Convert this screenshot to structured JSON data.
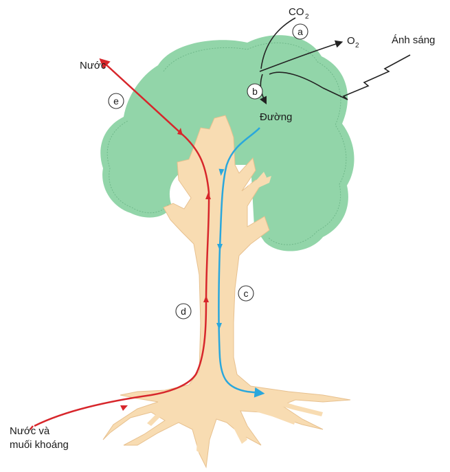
{
  "labels": {
    "co2": "CO",
    "co2_sub": "2",
    "o2": "O",
    "o2_sub": "2",
    "light": "Ánh sáng",
    "sugar": "Đường",
    "water_top": "Nước",
    "water_minerals_line1": "Nước và",
    "water_minerals_line2": "muối khoáng"
  },
  "markers": {
    "a": "a",
    "b": "b",
    "c": "c",
    "d": "d",
    "e": "e"
  },
  "colors": {
    "canopy": "#92d5a9",
    "canopy_outline": "#6fb88a",
    "trunk": "#f8dcb2",
    "trunk_edge": "#e7c08e",
    "water_flow": "#d7262b",
    "sugar_flow": "#2aa7dc",
    "gas_arrows": "#222222"
  }
}
